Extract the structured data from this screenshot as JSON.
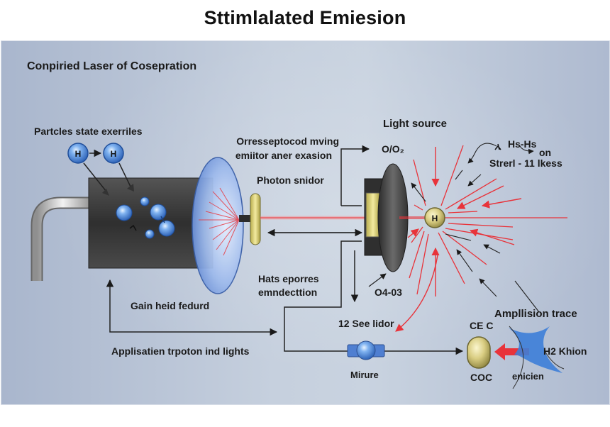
{
  "title": "Sttimlalated Emiesion",
  "subtitle": "Conpiried Laser of Cosepration",
  "labels": {
    "particles": "Partcles state exerriles",
    "emitter_line1": "Orresseptocod mving",
    "emitter_line2": "emiitor aner exasion",
    "photon_snidor": "Photon snidor",
    "light_source": "Light source",
    "o_o2": "O/O₂",
    "hs_hs": "Hs-Hs",
    "on": "on",
    "strerl": "Strerl - 11 lkess",
    "hats_line1": "Hats eporres",
    "hats_line2": "emndecttion",
    "o4_o3": "O4-03",
    "gain": "Gain heid fedurd",
    "see_lidor": "12 See lidor",
    "applisation": "Applisatien trpoton ind lights",
    "mirure": "Mirure",
    "amplision": "Ampllision trace",
    "cec": "CE C",
    "coc": "COC",
    "h2_khion": "H2 Khion",
    "enicien": "enicien"
  },
  "atoms": {
    "input_atom_1": "H",
    "input_atom_2": "H",
    "center_atom": "H"
  },
  "colors": {
    "laser_red": "#e8333a",
    "atom_blue": "#3d7ed8",
    "gold": "#d8cc7c",
    "cavity_dark": "#3e3e3e",
    "panel_bg": "#c3cddc"
  }
}
